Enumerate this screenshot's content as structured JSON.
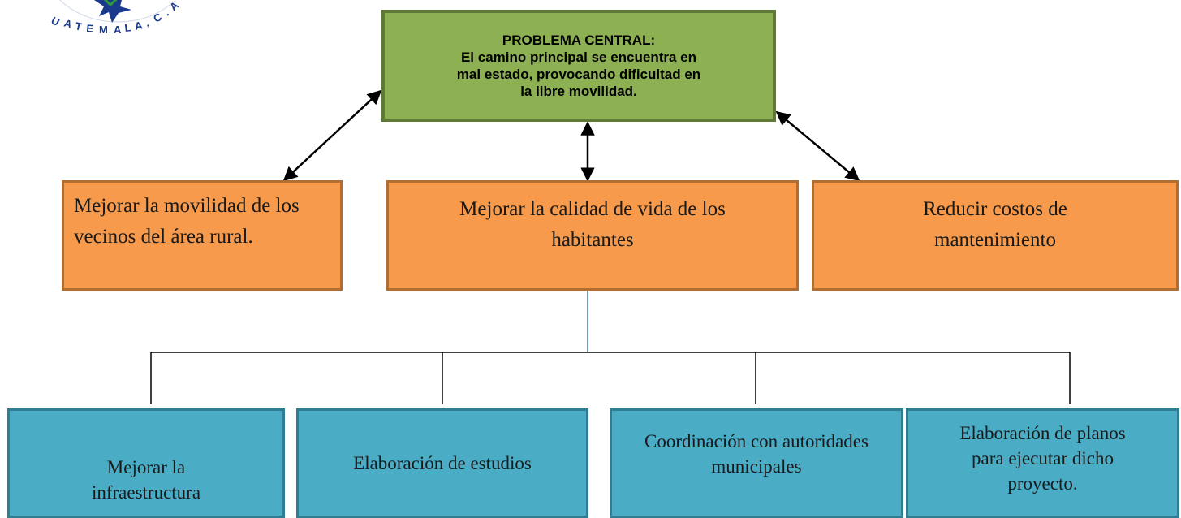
{
  "central": {
    "title": "PROBLEMA CENTRAL:",
    "lines": [
      "El camino principal se encuentra en",
      "mal estado, provocando dificultad en",
      "la libre movilidad."
    ]
  },
  "objectives": [
    "Mejorar la movilidad de los vecinos del área rural.",
    "Mejorar la calidad de vida de los habitantes",
    "Reducir costos de mantenimiento"
  ],
  "actions": [
    "Mejorar la infraestructura",
    "Elaboración de estudios",
    "Coordinación con autoridades municipales",
    "Elaboración de planos para ejecutar dicho proyecto."
  ],
  "logo": {
    "text": "UATEMALA, C.A",
    "colors": [
      "#1a3a8c",
      "#2e9a3a"
    ]
  }
}
